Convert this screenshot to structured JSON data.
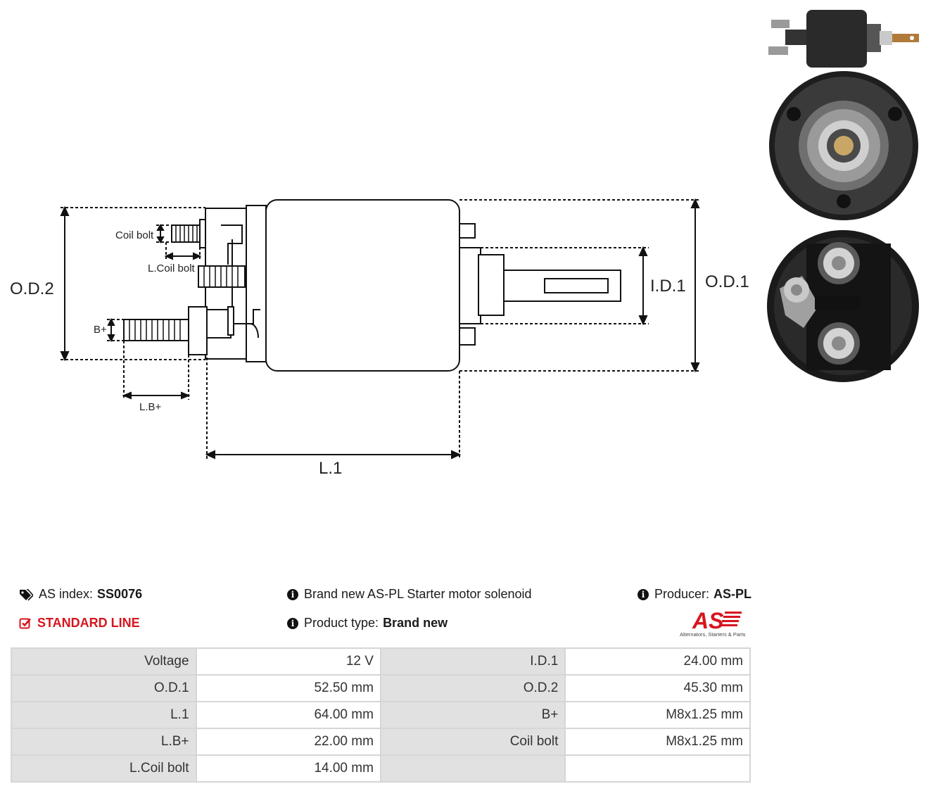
{
  "diagram": {
    "labels": {
      "od2": "O.D.2",
      "od1": "O.D.1",
      "id1": "I.D.1",
      "l1": "L.1",
      "coil_bolt": "Coil bolt",
      "l_coil_bolt": "L.Coil bolt",
      "b_plus": "B+",
      "l_b_plus": "L.B+"
    }
  },
  "product": {
    "as_index_label": "AS index:",
    "as_index_value": "SS0076",
    "line": "STANDARD LINE",
    "description": "Brand new AS-PL Starter motor solenoid",
    "product_type_label": "Product type:",
    "product_type_value": "Brand new",
    "producer_label": "Producer:",
    "producer_value": "AS-PL",
    "logo_text": "AS",
    "logo_tagline": "Alternators, Starters & Parts"
  },
  "specs": [
    [
      "Voltage",
      "12 V",
      "I.D.1",
      "24.00 mm"
    ],
    [
      "O.D.1",
      "52.50 mm",
      "O.D.2",
      "45.30 mm"
    ],
    [
      "L.1",
      "64.00 mm",
      "B+",
      "M8x1.25 mm"
    ],
    [
      "L.B+",
      "22.00 mm",
      "Coil bolt",
      "M8x1.25 mm"
    ],
    [
      "L.Coil bolt",
      "14.00 mm",
      "",
      ""
    ]
  ],
  "colors": {
    "accent_red": "#d7151e",
    "table_key_bg": "#e1e1e1",
    "table_border": "#d6d6d6"
  }
}
